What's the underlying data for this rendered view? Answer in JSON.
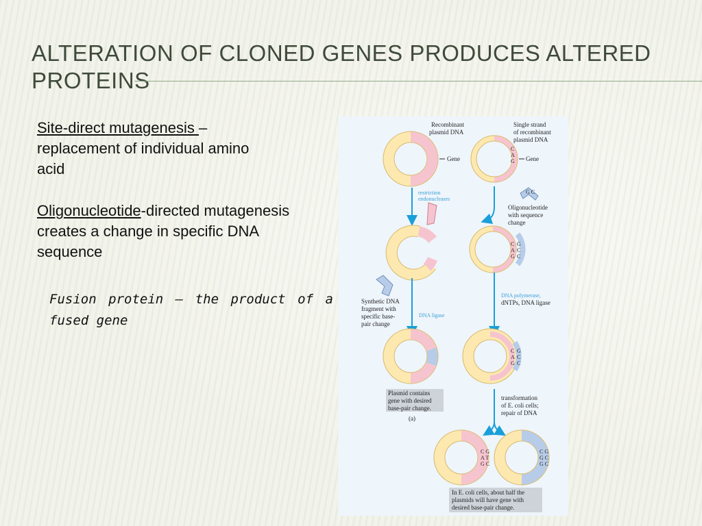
{
  "slide": {
    "title": "ALTERATION OF CLONED GENES PRODUCES ALTERED PROTEINS",
    "site_term": "Site-direct mutagenesis ",
    "site_dash": "–",
    "site_desc": "replacement of individual amino acid",
    "oligo_term": "Oligonucleotide",
    "oligo_desc": "-directed mutagenesis creates a change in specific DNA sequence",
    "fusion_note": "Fusion protein – the product of a fused gene"
  },
  "figure": {
    "recombinant_plasmid": [
      "Recombinant",
      "plasmid DNA"
    ],
    "single_strand": [
      "Single strand",
      "of recombinant",
      "plasmid DNA"
    ],
    "gene_left": "Gene",
    "gene_right": "Gene",
    "restriction": [
      "restriction",
      "endonucleases"
    ],
    "oligo": [
      "Oligonucleotide",
      "with sequence",
      "change"
    ],
    "synthetic": [
      "Synthetic DNA",
      "fragment with",
      "specific base-",
      "pair change"
    ],
    "dna_ligase": "DNA ligase",
    "polymerase": [
      "DNA polymerase,",
      "dNTPs, DNA ligase"
    ],
    "plasmid_contains": [
      "Plasmid contains",
      "gene with desired",
      "base-pair change."
    ],
    "panel": "(a)",
    "transformation": [
      "transformation",
      "of E. coli cells;",
      "repair of DNA"
    ],
    "in_ecoli": [
      "In E. coli cells, about half the",
      "plasmids will have gene with",
      "desired base-pair change."
    ],
    "colors": {
      "ring": "#fde9b0",
      "ring_stroke": "#d9b86a",
      "pink": "#f6c4cf",
      "blue": "#b7cce8",
      "arrow": "#1a9fd8"
    }
  }
}
